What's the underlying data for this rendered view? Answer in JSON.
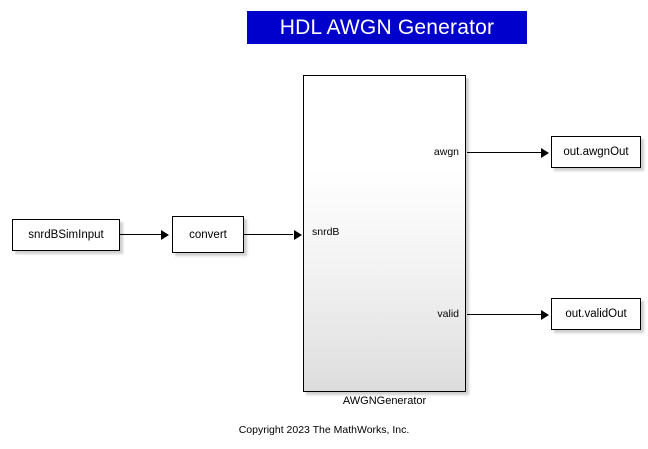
{
  "diagram": {
    "title": "HDL AWGN Generator",
    "title_banner_color": "#0000cc",
    "title_text_color": "#ffffff",
    "background_color": "#ffffff",
    "copyright": "Copyright 2023 The MathWorks, Inc.",
    "blocks": {
      "source": {
        "label": "snrdBSimInput"
      },
      "convert": {
        "label": "convert"
      },
      "subsystem": {
        "caption": "AWGNGenerator",
        "ports": {
          "input_snrdb": "snrdB",
          "output_awgn": "awgn",
          "output_valid": "valid"
        }
      },
      "sink_awgn": {
        "label": "out.awgnOut"
      },
      "sink_valid": {
        "label": "out.validOut"
      }
    }
  }
}
